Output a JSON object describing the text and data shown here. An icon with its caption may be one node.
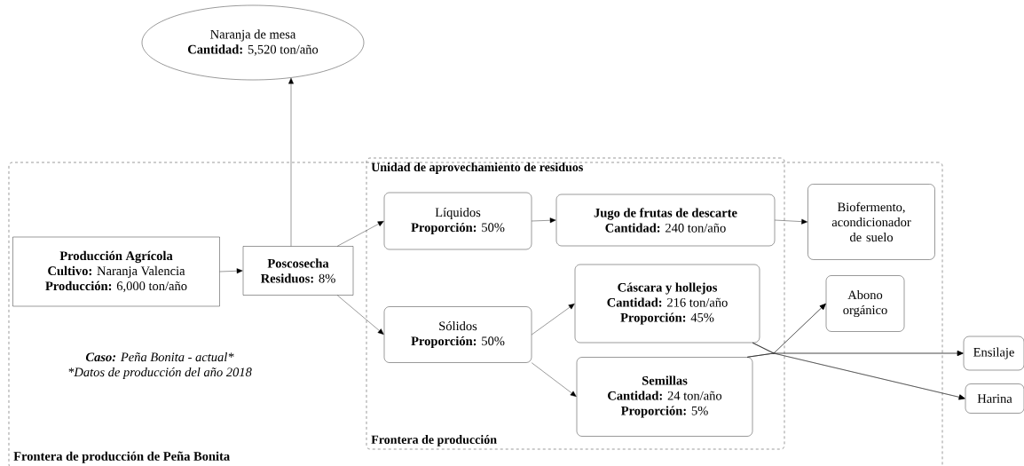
{
  "diagram": {
    "nodes": [
      {
        "text": [
          "Frontera de producción de Peña Bonita"
        ]
      },
      {
        "text": [
          "Unidad de aprovechamiento de residuos",
          "Frontera de producción"
        ],
        "in": 0
      },
      {
        "text": [
          "Naranja de mesa",
          "**Cantidad:** 5,520 ton/año"
        ]
      },
      {
        "text": [
          "Producción Agrícola",
          "**Cultivo:** Naranja Valencia",
          "**Producción:** 6,000 ton/año"
        ],
        "in": 0
      },
      {
        "text": [
          "Poscosecha",
          "**Residuos:** 8%"
        ],
        "in": 0
      },
      {
        "text": [
          "Líquidos",
          "**Proporción:** 50%"
        ],
        "in": 1
      },
      {
        "text": [
          "Jugo de frutas de descarte",
          "**Cantidad:** 240 ton/año"
        ],
        "in": 1
      },
      {
        "text": [
          "Biofermento, acondicionador de suelo"
        ],
        "in": 0
      },
      {
        "text": [
          "Sólidos",
          "**Proporción:** 50%"
        ],
        "in": 1
      },
      {
        "text": [
          "Cáscara y hollejos",
          "**Cantidad:** 216 ton/año",
          "**Proporción:** 45%"
        ],
        "in": 1
      },
      {
        "text": [
          "Semillas",
          "**Cantidad:** 24 ton/año",
          "**Proporción:** 5%"
        ],
        "in": 1
      },
      {
        "text": [
          "Abono orgánico"
        ],
        "in": 0
      },
      {
        "text": [
          "Ensilaje"
        ]
      },
      {
        "text": [
          "Harina"
        ]
      }
    ],
    "edges": [
      {
        "from": 3,
        "to": 4,
        "arrow": "to"
      },
      {
        "from": 4,
        "to": 2,
        "arrow": "to"
      },
      {
        "from": 4,
        "to": 5,
        "arrow": "to"
      },
      {
        "from": 4,
        "to": 8,
        "arrow": "to"
      },
      {
        "from": 5,
        "to": 6,
        "arrow": "to"
      },
      {
        "from": 6,
        "to": 7,
        "arrow": "to"
      },
      {
        "from": 8,
        "to": 9,
        "arrow": "to"
      },
      {
        "from": 8,
        "to": 10,
        "arrow": "to"
      },
      {
        "from": 9,
        "to": 11,
        "arrow": "to"
      },
      {
        "from": 9,
        "to": 12,
        "arrow": "to"
      },
      {
        "from": 9,
        "to": 13,
        "arrow": "to"
      },
      {
        "from": 10,
        "to": 11,
        "arrow": "to"
      },
      {
        "from": 10,
        "to": 12,
        "arrow": "to"
      },
      {
        "from": 10,
        "to": 13,
        "arrow": "to"
      }
    ],
    "labels": [
      "**Caso:** Peña Bonita - actual*",
      "*Datos de producción del año 2018"
    ]
  }
}
